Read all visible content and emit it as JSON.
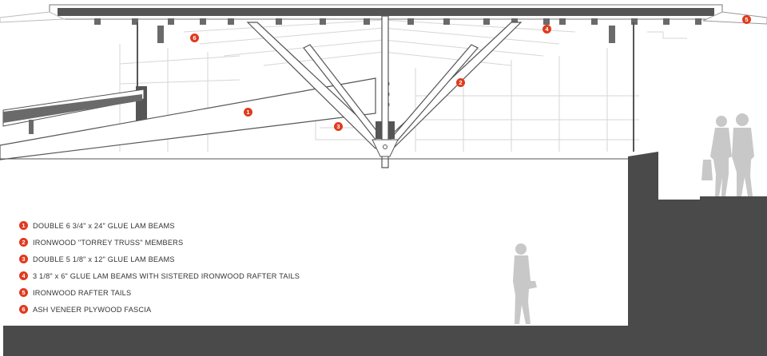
{
  "colors": {
    "accent": "#e03a1e",
    "ground": "#4a4a4a",
    "roof": "#555555",
    "structure_line": "#555555",
    "silhouette": "#c8c8c8",
    "background_lines": "#d6d6d6"
  },
  "callouts": [
    "1",
    "2",
    "3",
    "4",
    "5",
    "6"
  ],
  "legend": [
    {
      "num": "1",
      "text": "DOUBLE 6 3/4\" x 24\" GLUE LAM BEAMS"
    },
    {
      "num": "2",
      "text": "IRONWOOD \"TORREY TRUSS\" MEMBERS"
    },
    {
      "num": "3",
      "text": "DOUBLE 5 1/8\" x 12\" GLUE LAM BEAMS"
    },
    {
      "num": "4",
      "text": "3 1/8\" x 6\" GLUE LAM BEAMS WITH SISTERED IRONWOOD RAFTER TAILS"
    },
    {
      "num": "5",
      "text": "IRONWOOD RAFTER TAILS"
    },
    {
      "num": "6",
      "text": "ASH VENEER PLYWOOD FASCIA"
    }
  ]
}
